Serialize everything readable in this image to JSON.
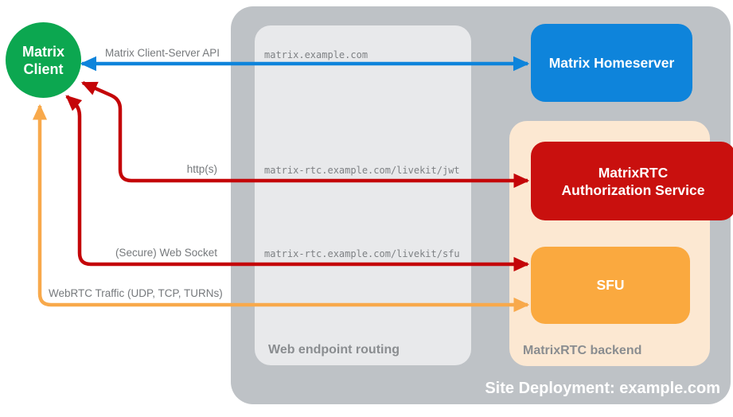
{
  "diagram": {
    "client": {
      "label": "Matrix Client",
      "color": "#0CA750"
    },
    "homeserver": {
      "label": "Matrix Homeserver",
      "color": "#0E84DB"
    },
    "auth_service": {
      "label": "MatrixRTC Authorization Service",
      "color": "#C9100E"
    },
    "sfu": {
      "label": "SFU",
      "color": "#FAA93F"
    },
    "site_container": {
      "label": "Site Deployment: example.com",
      "color": "#BEC2C6"
    },
    "routing_container": {
      "label": "Web endpoint routing",
      "color": "#E8E9EB"
    },
    "backend_container": {
      "label": "MatrixRTC backend",
      "color": "#FCE8D2"
    },
    "connections": [
      {
        "id": "client-server-api",
        "label": "Matrix Client-Server API",
        "endpoint": "matrix.example.com",
        "color": "#0E84DB",
        "arrows": "bidirectional"
      },
      {
        "id": "https-jwt",
        "label": "http(s)",
        "endpoint": "matrix-rtc.example.com/livekit/jwt",
        "color": "#C40508",
        "arrows": "bidirectional"
      },
      {
        "id": "websocket-sfu",
        "label": "(Secure) Web Socket",
        "endpoint": "matrix-rtc.example.com/livekit/sfu",
        "color": "#C40508",
        "arrows": "bidirectional"
      },
      {
        "id": "webrtc-traffic",
        "label": "WebRTC Traffic (UDP, TCP, TURNs)",
        "endpoint": "",
        "color": "#F8A94B",
        "arrows": "bidirectional"
      }
    ]
  }
}
